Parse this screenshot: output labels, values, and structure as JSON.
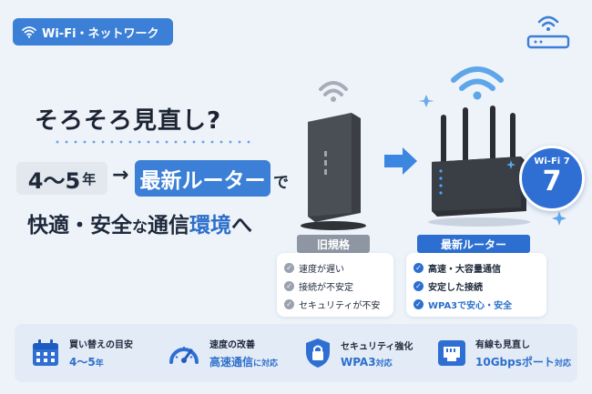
{
  "category_tag": "Wi-Fi・ネットワーク",
  "headline": "そろそろ見直し?",
  "comparison": {
    "years": "4～5",
    "years_unit": "年",
    "arrow": "→",
    "new_router": "最新ルーター",
    "particle": "で"
  },
  "tagline": {
    "part1": "快適・安全",
    "part2": "な",
    "part3": "通信",
    "part4": "環境",
    "part5": "へ"
  },
  "old_router": {
    "label": "旧規格",
    "points": [
      "速度が遅い",
      "接続が不安定",
      "セキュリティが不安"
    ]
  },
  "new_router": {
    "label": "最新ルーター",
    "points": [
      "高速・大容量通信",
      "安定した接続",
      "WPA3で安心・安全"
    ]
  },
  "wifi7_badge": {
    "title": "Wi-Fi 7",
    "number": "7"
  },
  "features": [
    {
      "icon": "calendar-icon",
      "title": "買い替えの目安",
      "value": "4～5",
      "suffix": "年"
    },
    {
      "icon": "speedometer-icon",
      "title": "速度の改善",
      "value": "高速通信",
      "suffix": "に対応"
    },
    {
      "icon": "shield-lock-icon",
      "title": "セキュリティ強化",
      "value": "WPA3",
      "suffix": "対応"
    },
    {
      "icon": "lan-port-icon",
      "title": "有線も見直し",
      "value": "10Gbpsポート",
      "suffix": "対応"
    }
  ],
  "colors": {
    "accent": "#3b7fd6",
    "background": "#eef3f9",
    "text": "#1c2434"
  }
}
